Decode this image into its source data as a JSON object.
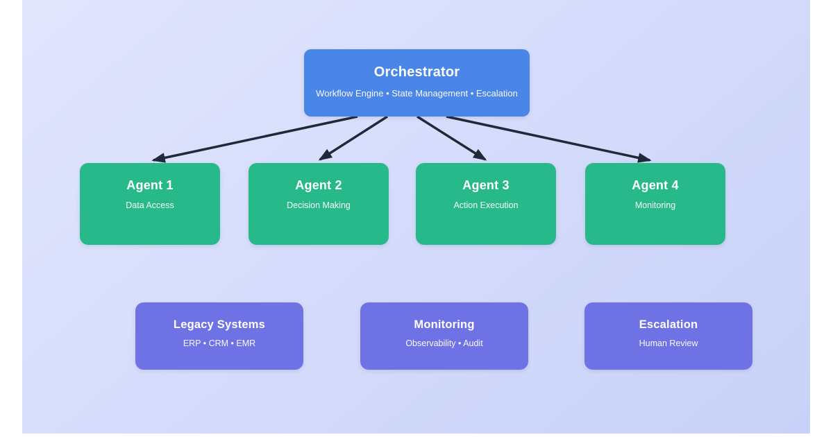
{
  "diagram": {
    "orchestrator": {
      "title": "Orchestrator",
      "subtitle": "Workflow Engine • State Management • Escalation"
    },
    "agents": [
      {
        "title": "Agent 1",
        "subtitle": "Data Access"
      },
      {
        "title": "Agent 2",
        "subtitle": "Decision Making"
      },
      {
        "title": "Agent 3",
        "subtitle": "Action Execution"
      },
      {
        "title": "Agent 4",
        "subtitle": "Monitoring"
      }
    ],
    "systems": [
      {
        "title": "Legacy Systems",
        "subtitle": "ERP • CRM • EMR"
      },
      {
        "title": "Monitoring",
        "subtitle": "Observability • Audit"
      },
      {
        "title": "Escalation",
        "subtitle": "Human Review"
      }
    ],
    "colors": {
      "orchestrator_blue": "#4a85e8",
      "agent_green": "#28b98b",
      "system_purple": "#6f72e4",
      "arrow_dark": "#1f2a38",
      "canvas_gradient_start": "#e2e6fd",
      "canvas_gradient_end": "#c8d2f8"
    }
  }
}
